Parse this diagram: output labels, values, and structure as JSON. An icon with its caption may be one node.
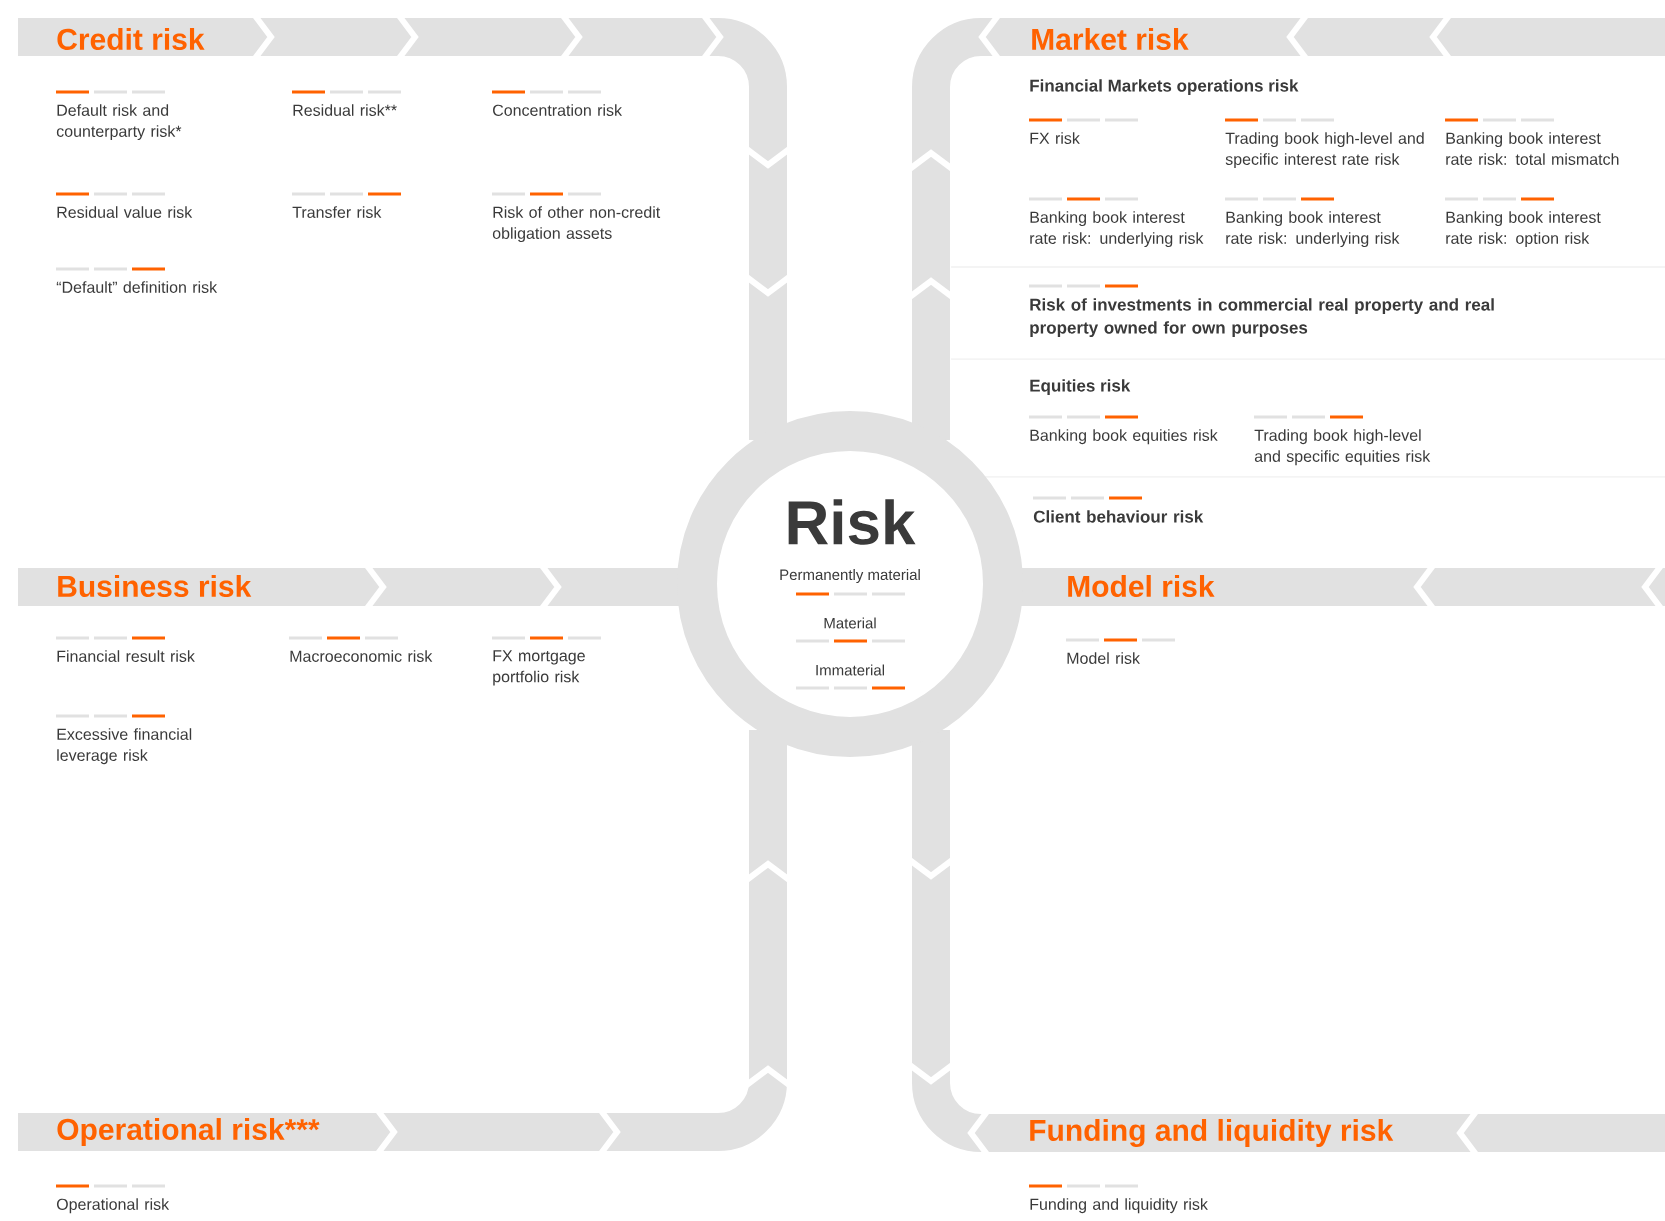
{
  "diagram": {
    "nodes": [
      {
        "text": [
          "Risk"
        ]
      },
      {
        "text": [
          "Credit risk"
        ]
      },
      {
        "text": [
          "Default risk and counterparty risk*"
        ]
      },
      {
        "text": [
          "Residual risk**"
        ]
      },
      {
        "text": [
          "Concentration risk"
        ]
      },
      {
        "text": [
          "Residual value risk"
        ]
      },
      {
        "text": [
          "Transfer risk"
        ]
      },
      {
        "text": [
          "Risk of other non-credit obligation assets"
        ]
      },
      {
        "text": [
          "“Default” definition risk"
        ]
      },
      {
        "text": [
          "Market risk"
        ]
      },
      {
        "text": [
          "Financial Markets operations risk"
        ]
      },
      {
        "text": [
          "FX risk"
        ]
      },
      {
        "text": [
          "Trading book high-level and specific interest rate risk"
        ]
      },
      {
        "text": [
          "Banking book interest rate risk: total mismatch"
        ]
      },
      {
        "text": [
          "Banking book interest rate risk: underlying risk"
        ]
      },
      {
        "text": [
          "Banking book interest rate risk: underlying risk"
        ]
      },
      {
        "text": [
          "Banking book interest rate risk: option risk"
        ]
      },
      {
        "text": [
          "Risk of investments in commercial real property and real property owned for own purposes"
        ]
      },
      {
        "text": [
          "Equities risk"
        ]
      },
      {
        "text": [
          "Banking book equities risk"
        ]
      },
      {
        "text": [
          "Trading book high-level and specific equities risk"
        ]
      },
      {
        "text": [
          "Client behaviour risk"
        ]
      },
      {
        "text": [
          "Business risk"
        ]
      },
      {
        "text": [
          "Financial result risk"
        ]
      },
      {
        "text": [
          "Macroeconomic risk"
        ]
      },
      {
        "text": [
          "FX mortgage portfolio risk"
        ]
      },
      {
        "text": [
          "Excessive financial leverage risk"
        ]
      },
      {
        "text": [
          "Model risk"
        ]
      },
      {
        "text": [
          "Model risk"
        ]
      },
      {
        "text": [
          "Operational risk***"
        ]
      },
      {
        "text": [
          "Operational risk"
        ]
      },
      {
        "text": [
          "Funding and liquidity risk"
        ]
      },
      {
        "text": [
          "Funding and liquidity risk"
        ]
      }
    ],
    "legend": [
      {
        "text": "Permanently material"
      },
      {
        "text": "Material"
      },
      {
        "text": "Immaterial"
      }
    ]
  }
}
